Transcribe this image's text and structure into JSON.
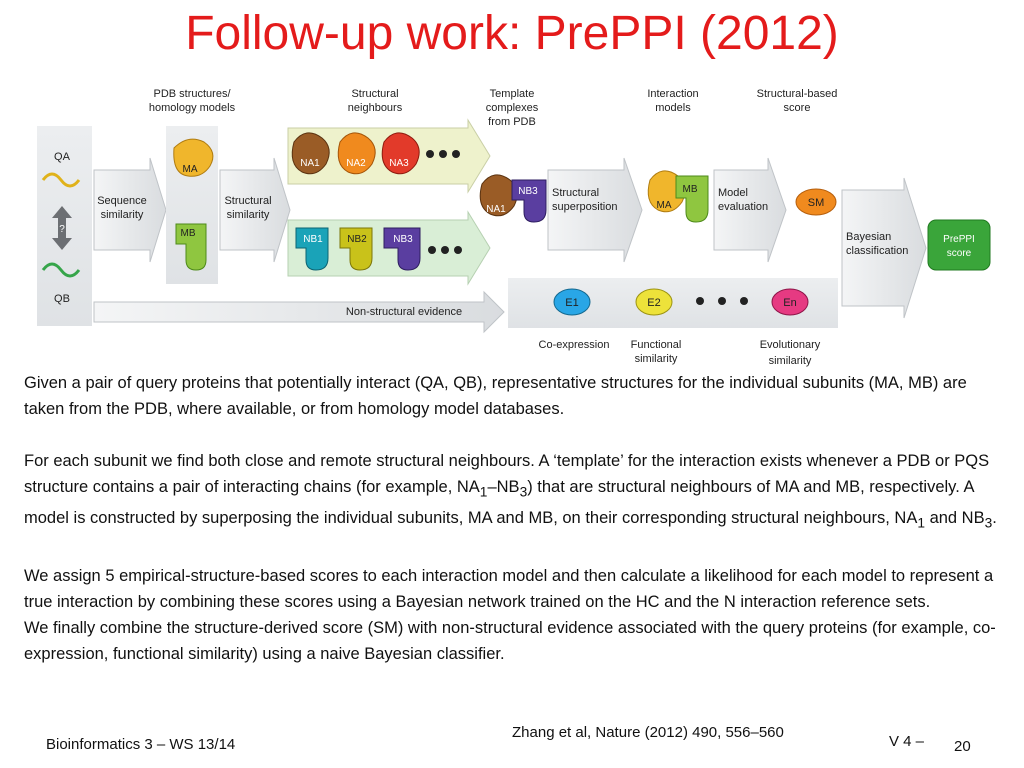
{
  "title": "Follow-up work: PrePPI (2012)",
  "diagram": {
    "headers": {
      "pdb": [
        "PDB structures/",
        "homology models"
      ],
      "neigh": [
        "Structural",
        "neighbours"
      ],
      "template": [
        "Template",
        "complexes",
        "from PDB"
      ],
      "interaction": [
        "Interaction",
        "models"
      ],
      "score": [
        "Structural-based",
        "score"
      ]
    },
    "qa": "QA",
    "qb": "QB",
    "q_mark": "?",
    "seq_sim": [
      "Sequence",
      "similarity"
    ],
    "struct_sim": [
      "Structural",
      "similarity"
    ],
    "ma": "MA",
    "mb": "MB",
    "na1": "NA1",
    "na2": "NA2",
    "na3": "NA3",
    "nb1": "NB1",
    "nb2": "NB2",
    "nb3": "NB3",
    "struct_sup": [
      "Structural",
      "superposition"
    ],
    "model_eval": [
      "Model",
      "evaluation"
    ],
    "sm": "SM",
    "bayes": [
      "Bayesian",
      "classification"
    ],
    "preppi": [
      "PrePPI",
      "score"
    ],
    "nonstruct": "Non-structural evidence",
    "e1": "E1",
    "e2": "E2",
    "en": "En",
    "coexp": "Co-expression",
    "func": [
      "Functional",
      "similarity"
    ],
    "evo": [
      "Evolutionary",
      "similarity"
    ]
  },
  "body": {
    "p1": "Given a pair of query proteins that potentially interact (QA, QB), representative structures for the individual subunits (MA, MB) are taken from the PDB, where available, or from homology model databases.",
    "p2a": "For each subunit we find both close and remote structural neighbours. A ‘template’ for the interaction exists whenever a PDB or PQS structure contains a pair of interacting chains (for example, NA",
    "p2_sub1": "1",
    "p2b": "–NB",
    "p2_sub2": "3",
    "p2c": ") that are structural neighbours of MA and MB, respectively. A model is constructed by superposing the individual subunits, MA and MB, on their corresponding structural neighbours, NA",
    "p2_sub3": "1",
    "p2d": " and NB",
    "p2_sub4": "3",
    "p2e": ".",
    "p3": "We assign 5 empirical-structure-based scores to each interaction model and then calculate a likelihood for each model to represent a true interaction by combining these scores using a Bayesian network trained on the HC and the N interaction reference sets.",
    "p4": "We finally combine the structure-derived score (SM) with non-structural evidence associated with the query proteins (for example, co-expression, functional similarity) using a naive Bayesian classifier."
  },
  "footer": {
    "course": "Bioinformatics 3 – WS 13/14",
    "citation": "Zhang et al, Nature (2012) 490, 556–560",
    "lecture": "V 4 –",
    "page": "20"
  },
  "colors": {
    "title": "#e41b1b",
    "orange": "#f08a1e",
    "green": "#3aa53a",
    "yellow_box": "#eef2cc",
    "green_box": "#d9eed6",
    "gray_panel": "#e6e9ec"
  }
}
